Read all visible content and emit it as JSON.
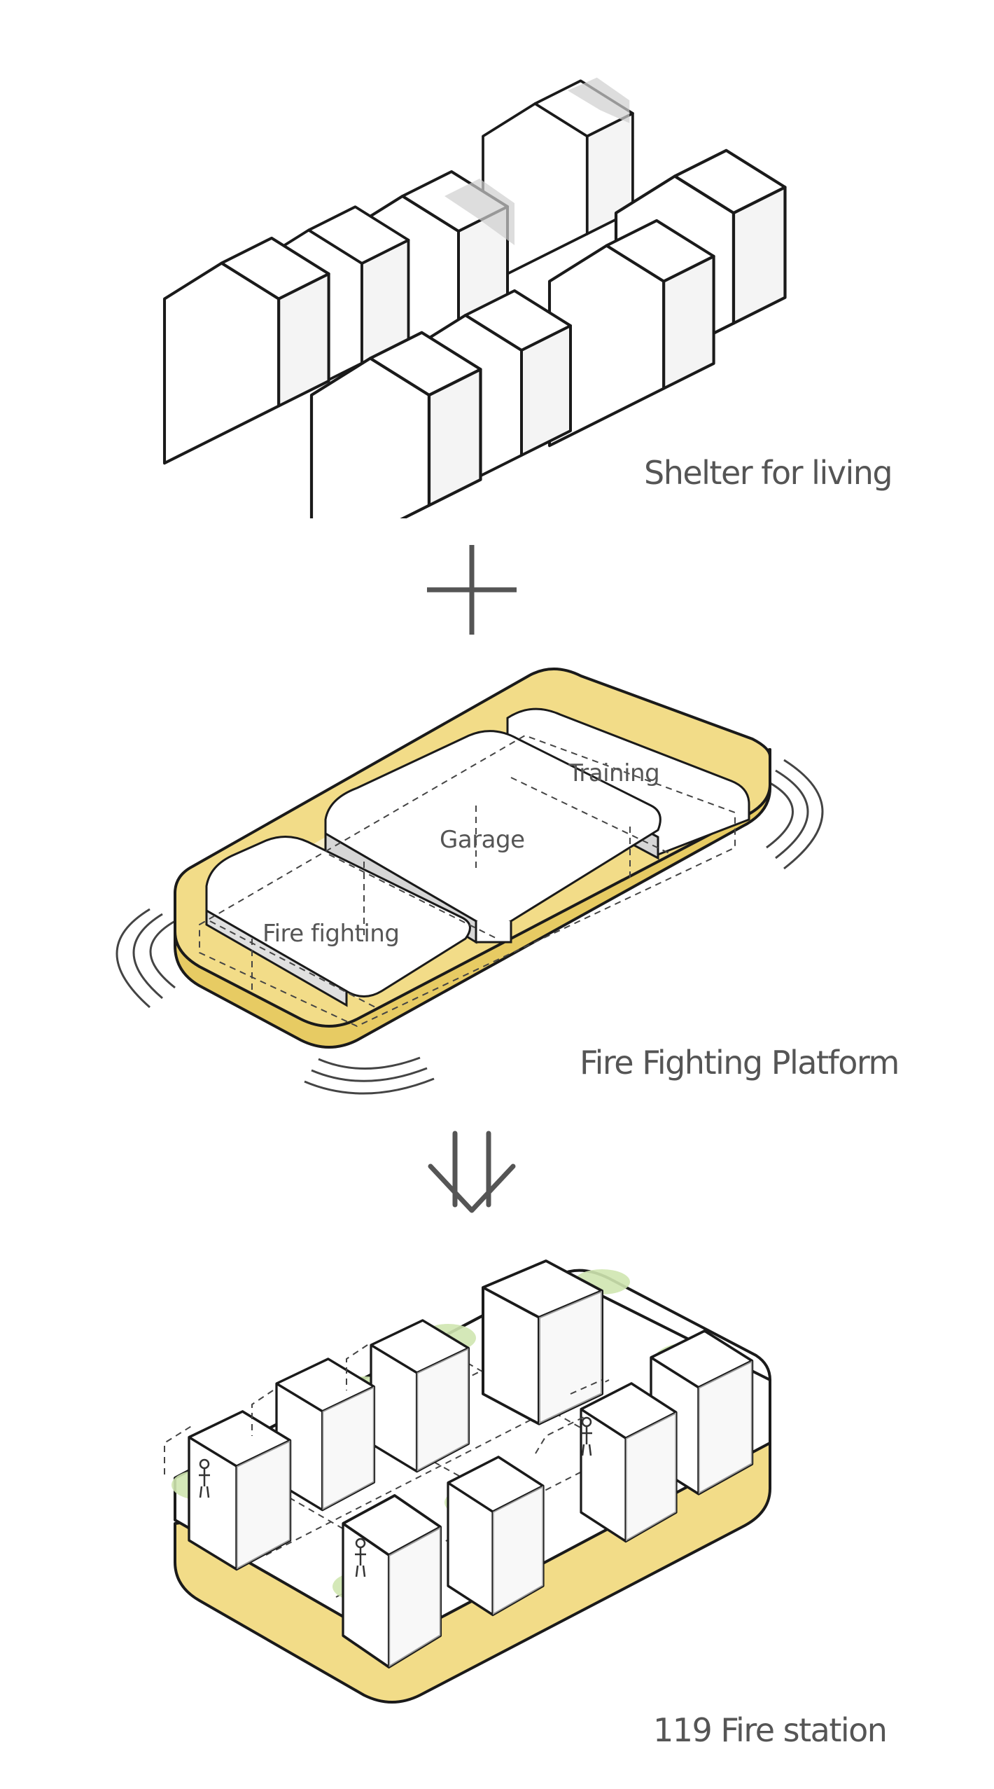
{
  "sections": {
    "shelter": {
      "caption": "Shelter for living"
    },
    "platform": {
      "caption": "Fire Fighting Platform",
      "zones": {
        "fire": "Fire fighting",
        "garage": "Garage",
        "training": "Training"
      }
    },
    "station": {
      "caption": "119 Fire station"
    }
  },
  "operators": {
    "plus": "plus-icon",
    "down": "double-down-arrow-icon"
  },
  "colors": {
    "platform_yellow": "#f2dc88",
    "platform_yellow_dark": "#e7cb63",
    "outline": "#1a1a1a",
    "house_face_light": "#ffffff",
    "house_face_shade": "#f3f3f3",
    "green": "#cfe6b0",
    "caption_text": "#555555"
  }
}
